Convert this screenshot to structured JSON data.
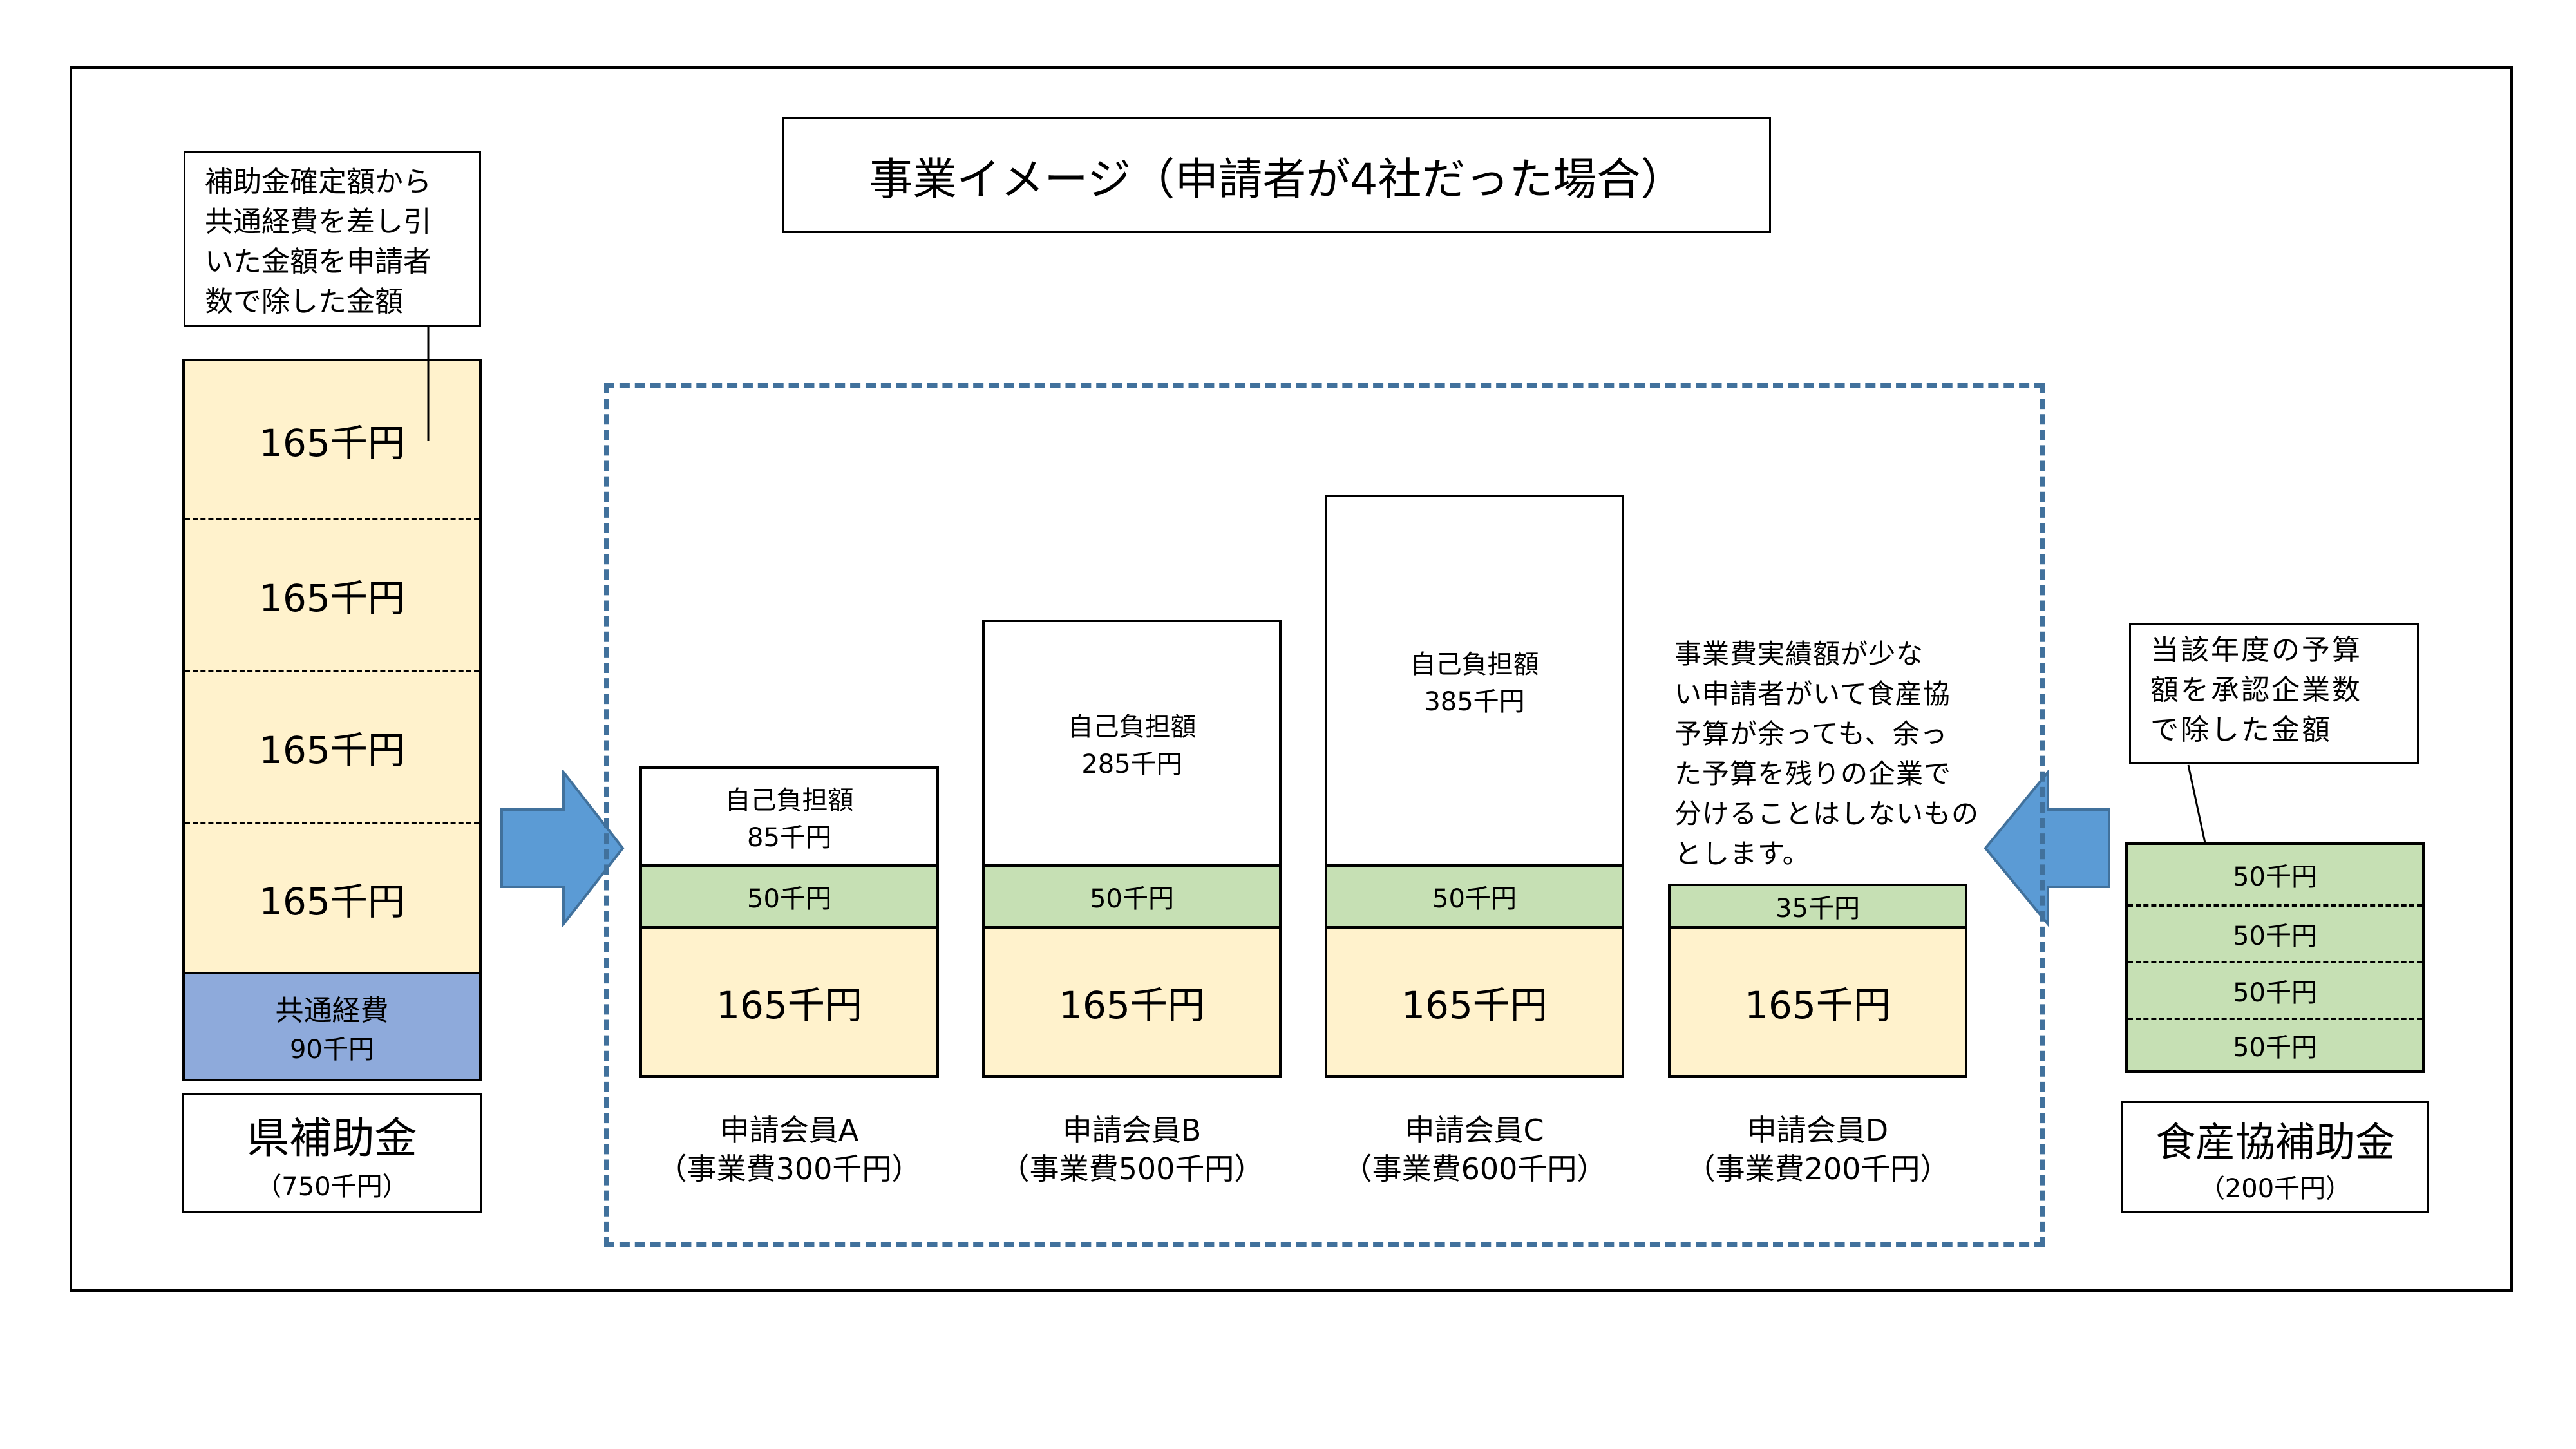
{
  "title": "事業イメージ（申請者が4社だった場合）",
  "left": {
    "note_lines": [
      "補助金確定額から",
      "共通経費を差し引",
      "いた金額を申請者",
      "数で除した金額"
    ],
    "segments": [
      "165千円",
      "165千円",
      "165千円",
      "165千円"
    ],
    "common_label": "共通経費",
    "common_amount": "90千円",
    "name": "県補助金",
    "total": "（750千円）"
  },
  "right": {
    "note_lines": [
      "当該年度の予算",
      "額を承認企業数",
      "で除した金額"
    ],
    "segments": [
      "50千円",
      "50千円",
      "50千円",
      "50千円"
    ],
    "name": "食産協補助金",
    "total": "（200千円）"
  },
  "members": [
    {
      "self_label": "自己負担額",
      "self_amount": "85千円",
      "food_amount": "50千円",
      "pref_amount": "165千円",
      "name": "申請会員A",
      "cost": "（事業費300千円）"
    },
    {
      "self_label": "自己負担額",
      "self_amount": "285千円",
      "food_amount": "50千円",
      "pref_amount": "165千円",
      "name": "申請会員B",
      "cost": "（事業費500千円）"
    },
    {
      "self_label": "自己負担額",
      "self_amount": "385千円",
      "food_amount": "50千円",
      "pref_amount": "165千円",
      "name": "申請会員C",
      "cost": "（事業費600千円）"
    },
    {
      "food_amount": "35千円",
      "pref_amount": "165千円",
      "name": "申請会員D",
      "cost": "（事業費200千円）"
    }
  ],
  "member_d_note_lines": [
    "事業費実績額が少な",
    "い申請者がいて食産協",
    "予算が余っても、余っ",
    "た予算を残りの企業で",
    "分けることはしないもの",
    "とします。"
  ],
  "colors": {
    "pref_fill": "#fff2cc",
    "food_fill": "#c6e0b4",
    "common_fill": "#8eaadb",
    "arrow": "#5b9bd5",
    "group_border": "#41719c"
  }
}
